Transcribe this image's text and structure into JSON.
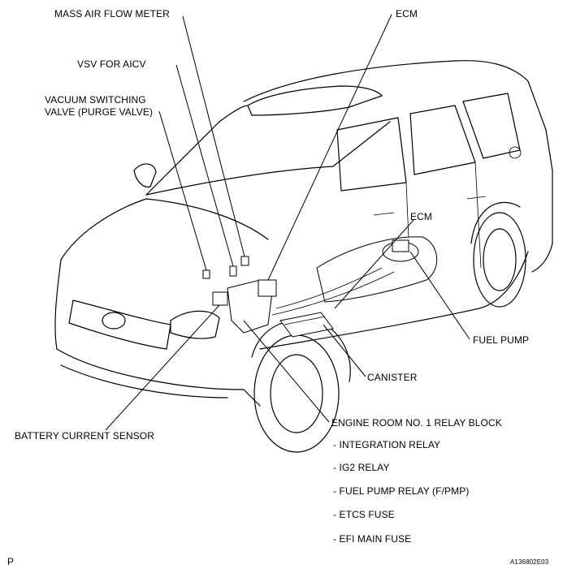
{
  "labels": {
    "mass_air_flow_meter": "MASS AIR FLOW METER",
    "ecm_top": "ECM",
    "vsv_for_aicv": "VSV FOR AICV",
    "vacuum_switching_line1": "VACUUM SWITCHING",
    "vacuum_switching_line2": "VALVE (PURGE VALVE)",
    "ecm_mid": "ECM",
    "fuel_pump": "FUEL PUMP",
    "canister": "CANISTER",
    "battery_current_sensor": "BATTERY CURRENT SENSOR",
    "engine_room_relay_block": "ENGINE ROOM NO. 1 RELAY BLOCK"
  },
  "relay_block_items": [
    "- INTEGRATION RELAY",
    "- IG2 RELAY",
    "- FUEL PUMP RELAY (F/PMP)",
    "- ETCS FUSE",
    "- EFI MAIN FUSE"
  ],
  "footer": {
    "left_code": "P",
    "figure_id": "A136802E03"
  }
}
